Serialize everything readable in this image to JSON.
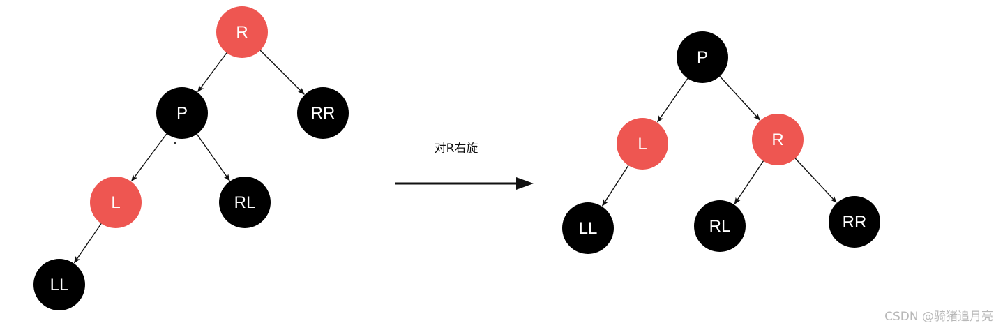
{
  "caption": "对R右旋",
  "watermark": "CSDN @骑猪追月亮",
  "colors": {
    "red_node": "#ee5651",
    "black_node": "#000000",
    "node_text": "#ffffff",
    "edge": "#111111"
  },
  "before_tree": {
    "nodes": [
      {
        "id": "b-R",
        "label": "R",
        "color": "red"
      },
      {
        "id": "b-P",
        "label": "P",
        "color": "black"
      },
      {
        "id": "b-RR",
        "label": "RR",
        "color": "black"
      },
      {
        "id": "b-L",
        "label": "L",
        "color": "red"
      },
      {
        "id": "b-RL",
        "label": "RL",
        "color": "black"
      },
      {
        "id": "b-LL",
        "label": "LL",
        "color": "black"
      }
    ],
    "edges": [
      {
        "from": "b-R",
        "to": "b-P"
      },
      {
        "from": "b-R",
        "to": "b-RR"
      },
      {
        "from": "b-P",
        "to": "b-L"
      },
      {
        "from": "b-P",
        "to": "b-RL"
      },
      {
        "from": "b-L",
        "to": "b-LL"
      }
    ]
  },
  "after_tree": {
    "nodes": [
      {
        "id": "a-P",
        "label": "P",
        "color": "black"
      },
      {
        "id": "a-L",
        "label": "L",
        "color": "red"
      },
      {
        "id": "a-R",
        "label": "R",
        "color": "red"
      },
      {
        "id": "a-LL",
        "label": "LL",
        "color": "black"
      },
      {
        "id": "a-RL",
        "label": "RL",
        "color": "black"
      },
      {
        "id": "a-RR",
        "label": "RR",
        "color": "black"
      }
    ],
    "edges": [
      {
        "from": "a-P",
        "to": "a-L"
      },
      {
        "from": "a-P",
        "to": "a-R"
      },
      {
        "from": "a-L",
        "to": "a-LL"
      },
      {
        "from": "a-R",
        "to": "a-RL"
      },
      {
        "from": "a-R",
        "to": "a-RR"
      }
    ]
  }
}
